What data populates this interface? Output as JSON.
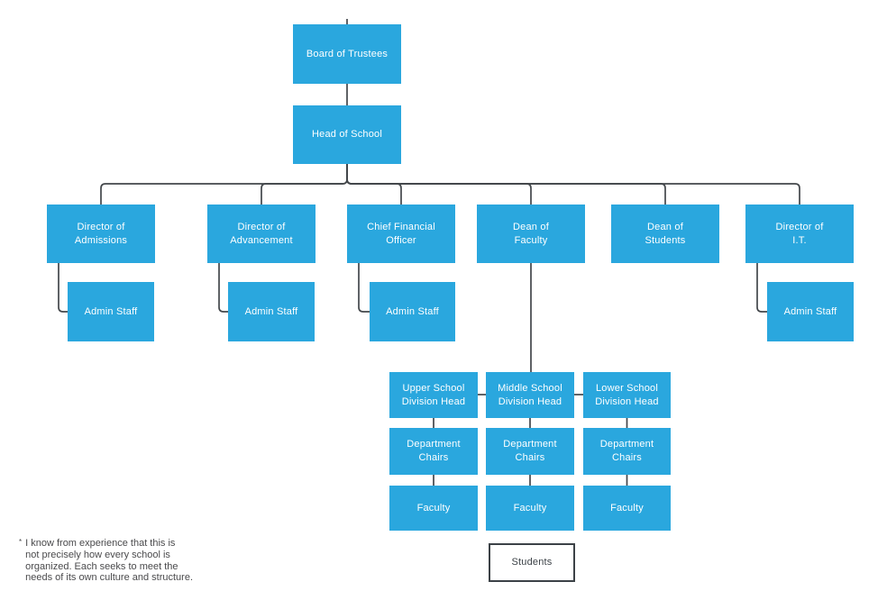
{
  "colors": {
    "background": "#FFFFFF",
    "box_blue": "#2AA7DE",
    "box_text": "#FFFFFF",
    "line": "#43474B",
    "students_border": "#3C4247",
    "students_text": "#3C4247",
    "footnote_text": "#4A4A4C"
  },
  "nodes": {
    "board_of_trustees": "Board of Trustees",
    "head_of_school": "Head of School",
    "directors": [
      "Director of\nAdmissions",
      "Director of\nAdvancement",
      "Chief Financial\nOfficer",
      "Dean of\nFaculty",
      "Dean of\nStudents",
      "Director of\nI.T."
    ],
    "admin_staff": [
      "Admin Staff",
      "Admin Staff",
      "Admin Staff",
      "Admin Staff"
    ],
    "division_heads": [
      "Upper School\nDivision Head",
      "Middle School\nDivision Head",
      "Lower School\nDivision Head"
    ],
    "department_chairs": [
      "Department\nChairs",
      "Department\nChairs",
      "Department\nChairs"
    ],
    "faculty": [
      "Faculty",
      "Faculty",
      "Faculty"
    ],
    "students": "Students"
  },
  "footnote": {
    "marker": "*",
    "text": "I know from experience that this is\nnot precisely how every school is\norganized. Each seeks to meet the\nneeds of its own culture and structure."
  }
}
